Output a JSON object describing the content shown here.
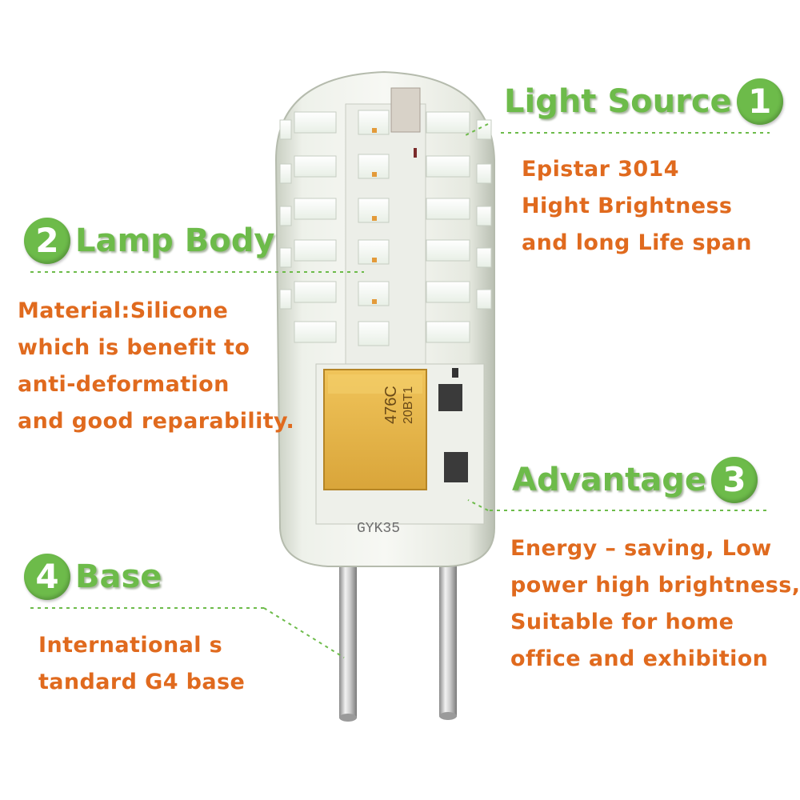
{
  "colors": {
    "heading_green": "#6dbb4a",
    "body_orange": "#e06a1e",
    "divider_green": "#6dbb4a",
    "background": "#ffffff"
  },
  "callouts": {
    "light_source": {
      "title": "Light Source",
      "number": "1",
      "lines": [
        "Epistar 3014",
        "Hight Brightness",
        "and long Life span"
      ]
    },
    "lamp_body": {
      "title": "Lamp Body",
      "number": "2",
      "lines": [
        "Material:Silicone",
        "which is benefit to",
        "anti-deformation",
        "and good reparability."
      ]
    },
    "advantage": {
      "title": "Advantage",
      "number": "3",
      "lines": [
        "Energy – saving, Low",
        "power high brightness,",
        "Suitable for home",
        "office and exhibition"
      ]
    },
    "base": {
      "title": "Base",
      "number": "4",
      "lines": [
        "International s",
        "tandard G4 base"
      ]
    }
  },
  "product": {
    "capacitor_marking_1": "476C",
    "capacitor_marking_2": "20BT1",
    "board_marking": "GYK35"
  }
}
